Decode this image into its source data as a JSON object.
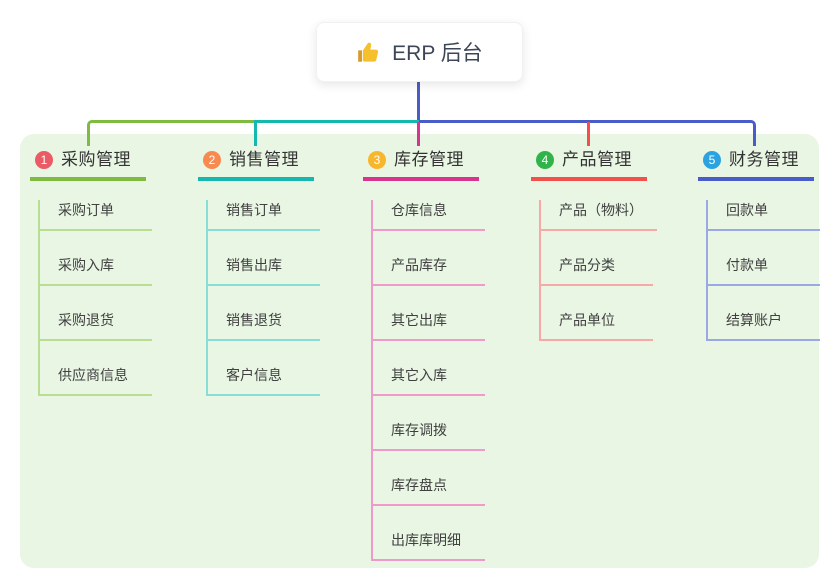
{
  "root": {
    "label": "ERP 后台",
    "icon": "thumbs-up"
  },
  "connectors": {
    "trunk_color": "#4a5cc9"
  },
  "panel_color": "#e9f6e4",
  "branches": [
    {
      "num": "1",
      "title": "采购管理",
      "badge_color": "#ea5b66",
      "line_color": "#7ebb40",
      "child_line_color": "#b9dd92",
      "children": [
        "采购订单",
        "采购入库",
        "采购退货",
        "供应商信息"
      ]
    },
    {
      "num": "2",
      "title": "销售管理",
      "badge_color": "#f8894f",
      "line_color": "#14b8ae",
      "child_line_color": "#86ded6",
      "children": [
        "销售订单",
        "销售出库",
        "销售退货",
        "客户信息"
      ]
    },
    {
      "num": "3",
      "title": "库存管理",
      "badge_color": "#f8b62c",
      "line_color": "#d6348f",
      "child_line_color": "#ef9aca",
      "children": [
        "仓库信息",
        "产品库存",
        "其它出库",
        "其它入库",
        "库存调拨",
        "库存盘点",
        "出库库明细"
      ]
    },
    {
      "num": "4",
      "title": "产品管理",
      "badge_color": "#30b44a",
      "line_color": "#f4504b",
      "child_line_color": "#f9a9a5",
      "children": [
        "产品（物料）",
        "产品分类",
        "产品单位"
      ]
    },
    {
      "num": "5",
      "title": "财务管理",
      "badge_color": "#2ba3e1",
      "line_color": "#4a5cc9",
      "child_line_color": "#9aa9e4",
      "children": [
        "回款单",
        "付款单",
        "结算账户"
      ]
    }
  ]
}
